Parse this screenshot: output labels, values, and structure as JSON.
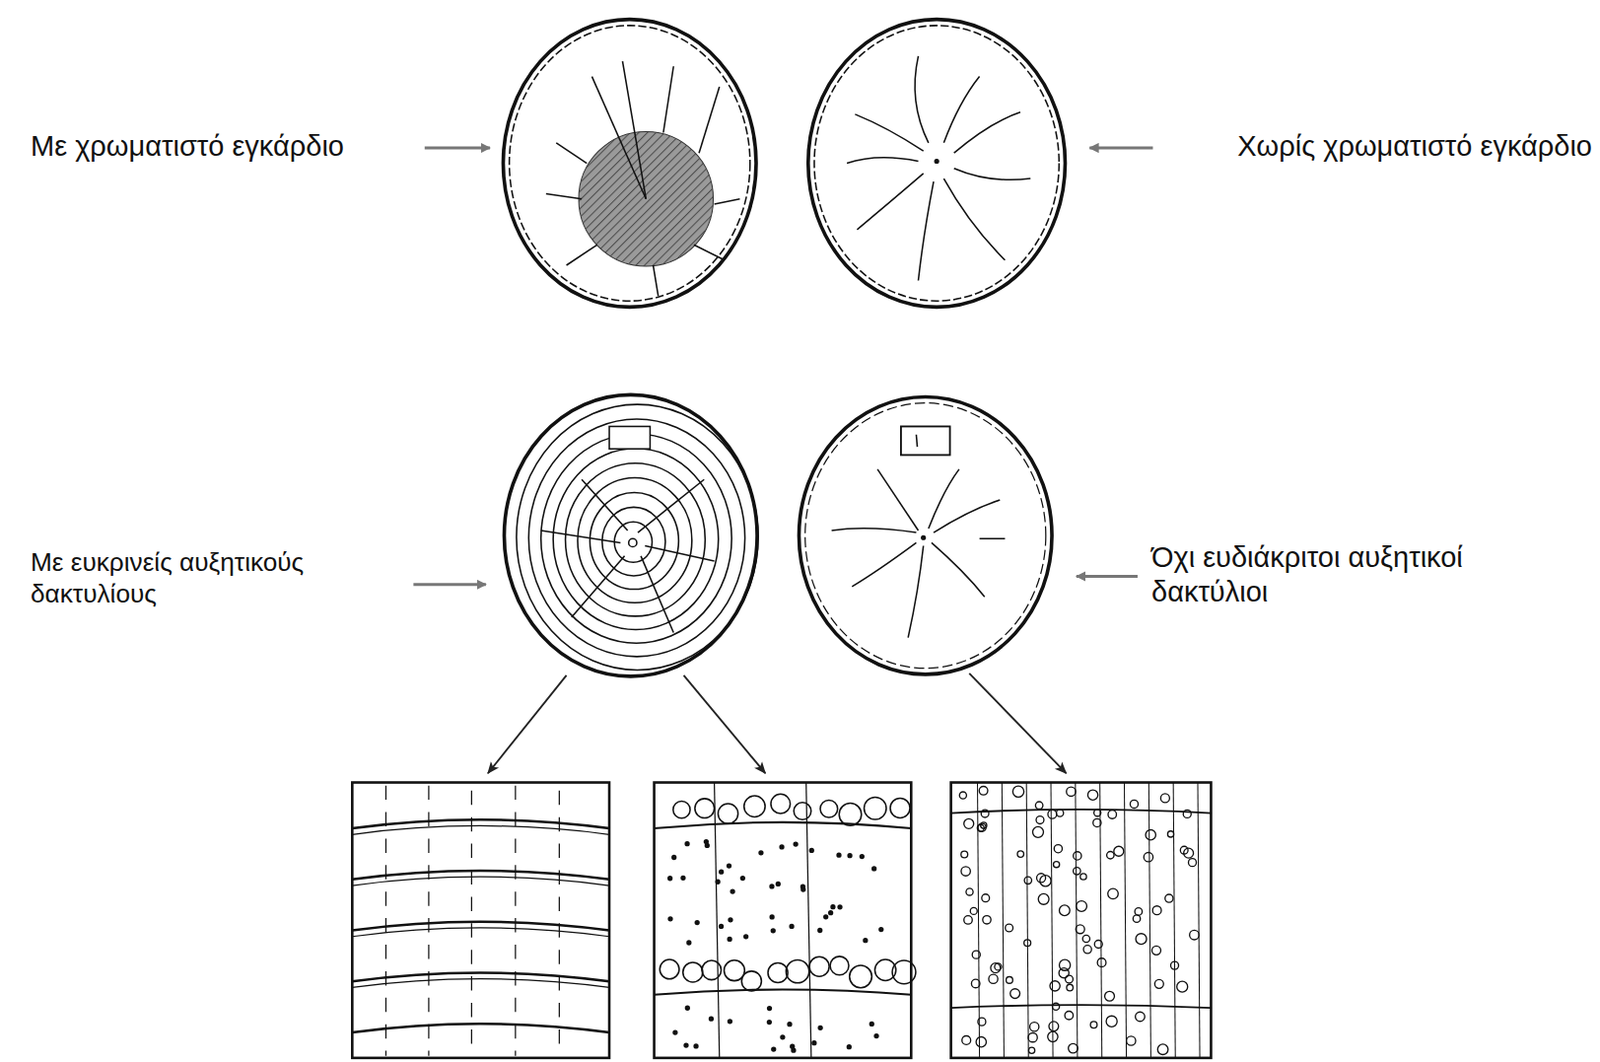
{
  "diagram": {
    "labels": [
      "Με χρωματιστό εγκάρδιο",
      "Χωρίς χρωματιστό εγκάρδιο",
      "Με ευκρινείς αυξητικούς δακτυλίους",
      "Όχι ευδιάκριτοι αυξητικοί δακτύλιοι"
    ]
  }
}
